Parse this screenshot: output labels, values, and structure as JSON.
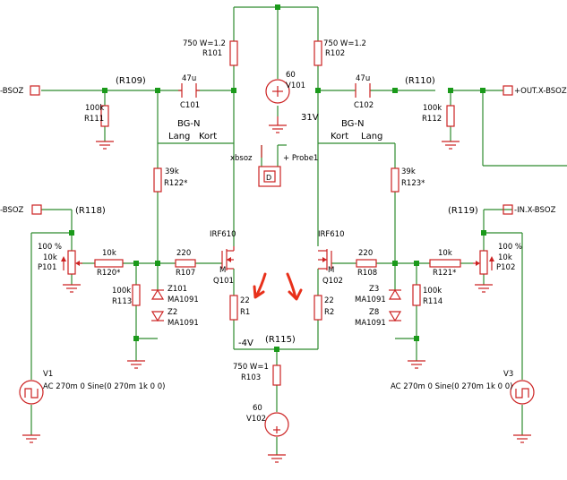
{
  "nets": {
    "r109": "(R109)",
    "r110": "(R110)",
    "r118": "(R118)",
    "r119": "(R119)",
    "r115": "(R115)",
    "v31": "31V",
    "vneg4": "-4V",
    "bsoz_top_left": "-BSOZ",
    "bsoz_mid_left": "-BSOZ",
    "out_bsoz": "+OUT.X-BSOZ",
    "in_bsoz": "-IN.X-BSOZ",
    "xbsoz": "xbsoz",
    "probe1": "+ Probe1"
  },
  "resistors": {
    "r101": {
      "value": "750  W=1.2",
      "name": "R101"
    },
    "r102": {
      "value": "750  W=1.2",
      "name": "R102"
    },
    "r111": {
      "value": "100k",
      "name": "R111"
    },
    "r112": {
      "value": "100k",
      "name": "R112"
    },
    "r122": {
      "value": "39k",
      "name": "R122*"
    },
    "r123": {
      "value": "39k",
      "name": "R123*"
    },
    "r120": {
      "value": "10k",
      "name": "R120*"
    },
    "r121": {
      "value": "10k",
      "name": "R121*"
    },
    "r107": {
      "value": "220",
      "name": "R107"
    },
    "r108": {
      "value": "220",
      "name": "R108"
    },
    "r113": {
      "value": "100k",
      "name": "R113"
    },
    "r114": {
      "value": "100k",
      "name": "R114"
    },
    "r1": {
      "value": "22",
      "name": "R1"
    },
    "r2": {
      "value": "22",
      "name": "R2"
    },
    "r103": {
      "value": "750  W=1",
      "name": "R103"
    }
  },
  "capacitors": {
    "c101": {
      "value": "47u",
      "name": "C101"
    },
    "c102": {
      "value": "47u",
      "name": "C102"
    }
  },
  "sources": {
    "v101": {
      "value": "60",
      "name": "V101"
    },
    "v102": {
      "value": "60",
      "name": "V102"
    },
    "v1": {
      "name": "V1",
      "spec": "AC 270m 0 Sine(0 270m 1k 0 0)"
    },
    "v3": {
      "name": "V3",
      "spec": "AC 270m 0 Sine(0 270m 1k 0 0)"
    }
  },
  "pots": {
    "p101": {
      "pct": "100 %",
      "value": "10k",
      "name": "P101"
    },
    "p102": {
      "pct": "100 %",
      "value": "10k",
      "name": "P102"
    }
  },
  "mosfets": {
    "q101": {
      "part": "IRF610",
      "m": "M",
      "name": "Q101"
    },
    "q102": {
      "part": "IRF610",
      "m": "M",
      "name": "Q102"
    }
  },
  "zeners": {
    "z101": {
      "name": "Z101",
      "part": "MA1091"
    },
    "z2": {
      "name": "Z2",
      "part": "MA1091"
    },
    "z3": {
      "name": "Z3",
      "part": "MA1091"
    },
    "z8": {
      "name": "Z8",
      "part": "MA1091"
    }
  },
  "switches": {
    "left": {
      "name": "BG-N",
      "lang": "Lang",
      "kort": "Kort"
    },
    "right": {
      "name": "BG-N",
      "kort": "Kort",
      "lang": "Lang"
    }
  }
}
